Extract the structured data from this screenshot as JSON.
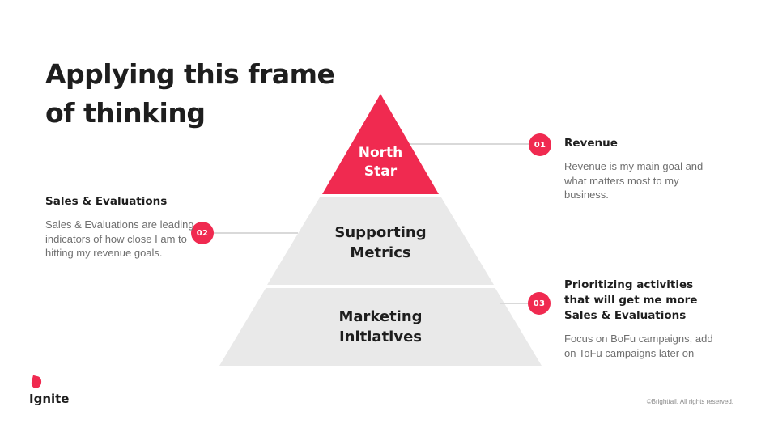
{
  "slide": {
    "title_lines": [
      "Applying this frame",
      "of thinking"
    ]
  },
  "pyramid": {
    "levels": [
      {
        "label": "North Star",
        "color": "#F02A50",
        "text_color": "#FFFFFF"
      },
      {
        "label": "Supporting Metrics",
        "color": "#E9E9E9",
        "text_color": "#1E1E1E"
      },
      {
        "label": "Marketing Initiatives",
        "color": "#E9E9E9",
        "text_color": "#1E1E1E"
      }
    ]
  },
  "callouts": [
    {
      "number": "01",
      "heading": "Revenue",
      "body": "Revenue is my main goal and what matters most to my business."
    },
    {
      "number": "02",
      "heading": "Sales & Evaluations",
      "body": "Sales & Evaluations are leading indicators of how close I am to hitting my revenue goals."
    },
    {
      "number": "03",
      "heading": "Prioritizing activities that will get me more Sales & Evaluations",
      "body": "Focus on BoFu campaigns, add on ToFu campaigns later on"
    }
  ],
  "footer": {
    "logo_text": "Ignite",
    "copyright": "©Brighttail. All rights reserved."
  },
  "colors": {
    "accent": "#F02A50",
    "level_gray": "#E9E9E9",
    "text_dark": "#1E1E1E",
    "text_gray": "#6F6F6F",
    "connector": "#D9D9D9"
  }
}
